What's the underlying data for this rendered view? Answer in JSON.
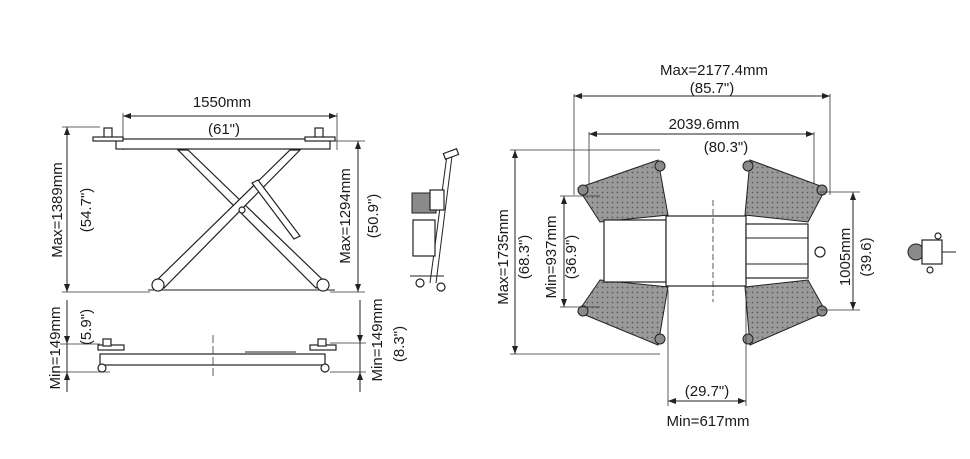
{
  "side_view": {
    "width_mm": "1550mm",
    "width_in": "(61\")",
    "max_height_mm": "Max=1389mm",
    "max_height_in": "(54.7\")",
    "platform_height_mm": "Max=1294mm",
    "platform_height_in": "(50.9\")"
  },
  "lowered_view": {
    "min_height_mm": "Min=149mm",
    "min_height_in": "(5.9\")",
    "min_height_right_mm": "Min=149mm",
    "min_height_right_in": "(8.3\")"
  },
  "top_view": {
    "max_width_mm": "Max=2177.4mm",
    "max_width_in": "(85.7\")",
    "inner_width_mm": "2039.6mm",
    "inner_width_in": "(80.3\")",
    "max_length_mm": "Max=1735mm",
    "max_length_in": "(68.3\")",
    "min_length_mm": "Min=937mm",
    "min_length_in": "(36.9\")",
    "center_mm": "1005mm",
    "center_in": "(39.6)",
    "min_gap_in": "(29.7\")",
    "min_gap_mm": "Min=617mm"
  }
}
